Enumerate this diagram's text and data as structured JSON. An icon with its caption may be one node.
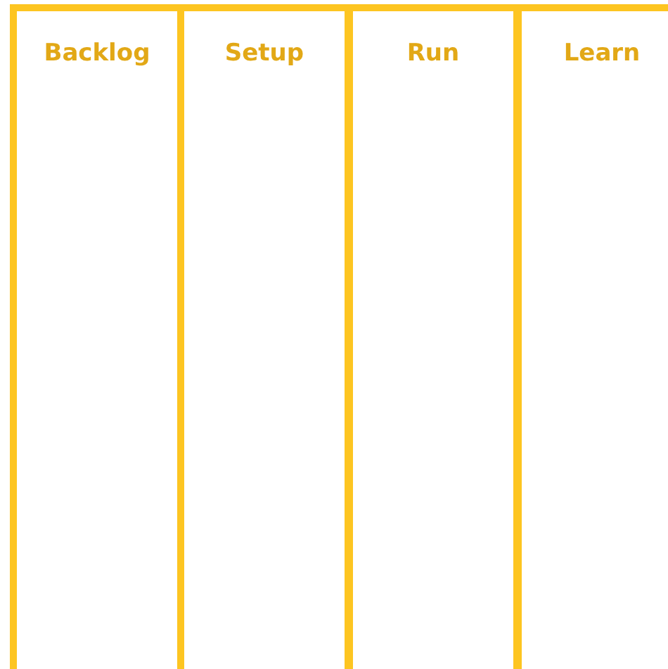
{
  "diagram": {
    "nodes": [
      {
        "text": [
          "Backlog"
        ]
      },
      {
        "text": [
          "Setup"
        ]
      },
      {
        "text": [
          "Run"
        ]
      },
      {
        "text": [
          "Learn"
        ]
      }
    ]
  }
}
